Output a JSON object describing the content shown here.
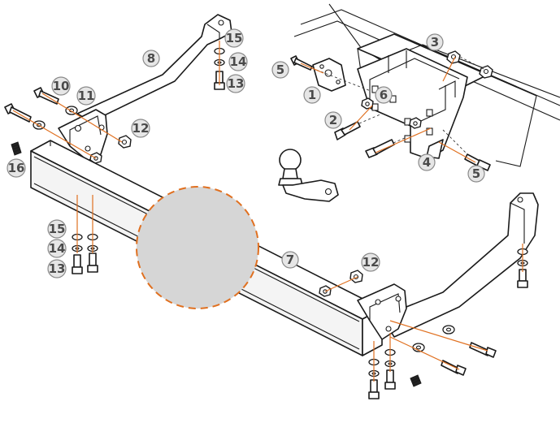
{
  "callouts": [
    {
      "label": "1"
    },
    {
      "label": "2"
    },
    {
      "label": "3"
    },
    {
      "label": "4"
    },
    {
      "label": "5"
    },
    {
      "label": "5"
    },
    {
      "label": "6"
    },
    {
      "label": "7"
    },
    {
      "label": "8"
    },
    {
      "label": "10"
    },
    {
      "label": "11"
    },
    {
      "label": "12"
    },
    {
      "label": "12"
    },
    {
      "label": "13"
    },
    {
      "label": "13"
    },
    {
      "label": "14"
    },
    {
      "label": "14"
    },
    {
      "label": "15"
    },
    {
      "label": "15"
    },
    {
      "label": "16"
    }
  ]
}
